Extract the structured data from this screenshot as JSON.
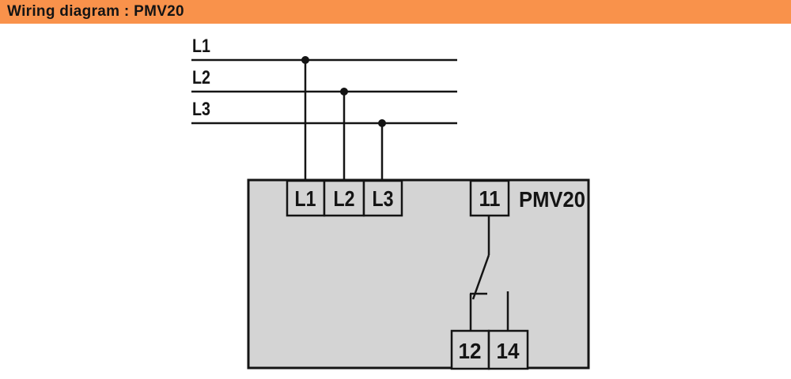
{
  "header": {
    "title": "Wiring diagram : PMV20",
    "bg_color": "#F9924B",
    "text_color": "#141414"
  },
  "colors": {
    "device_fill": "#D4D4D4",
    "line": "#141414"
  },
  "diagram": {
    "device_label": "PMV20",
    "phase_lines": [
      {
        "label": "L1"
      },
      {
        "label": "L2"
      },
      {
        "label": "L3"
      }
    ],
    "input_terminals": [
      {
        "label": "L1"
      },
      {
        "label": "L2"
      },
      {
        "label": "L3"
      }
    ],
    "relay": {
      "common_terminal": "11",
      "nc_terminal": "12",
      "no_terminal": "14"
    }
  }
}
